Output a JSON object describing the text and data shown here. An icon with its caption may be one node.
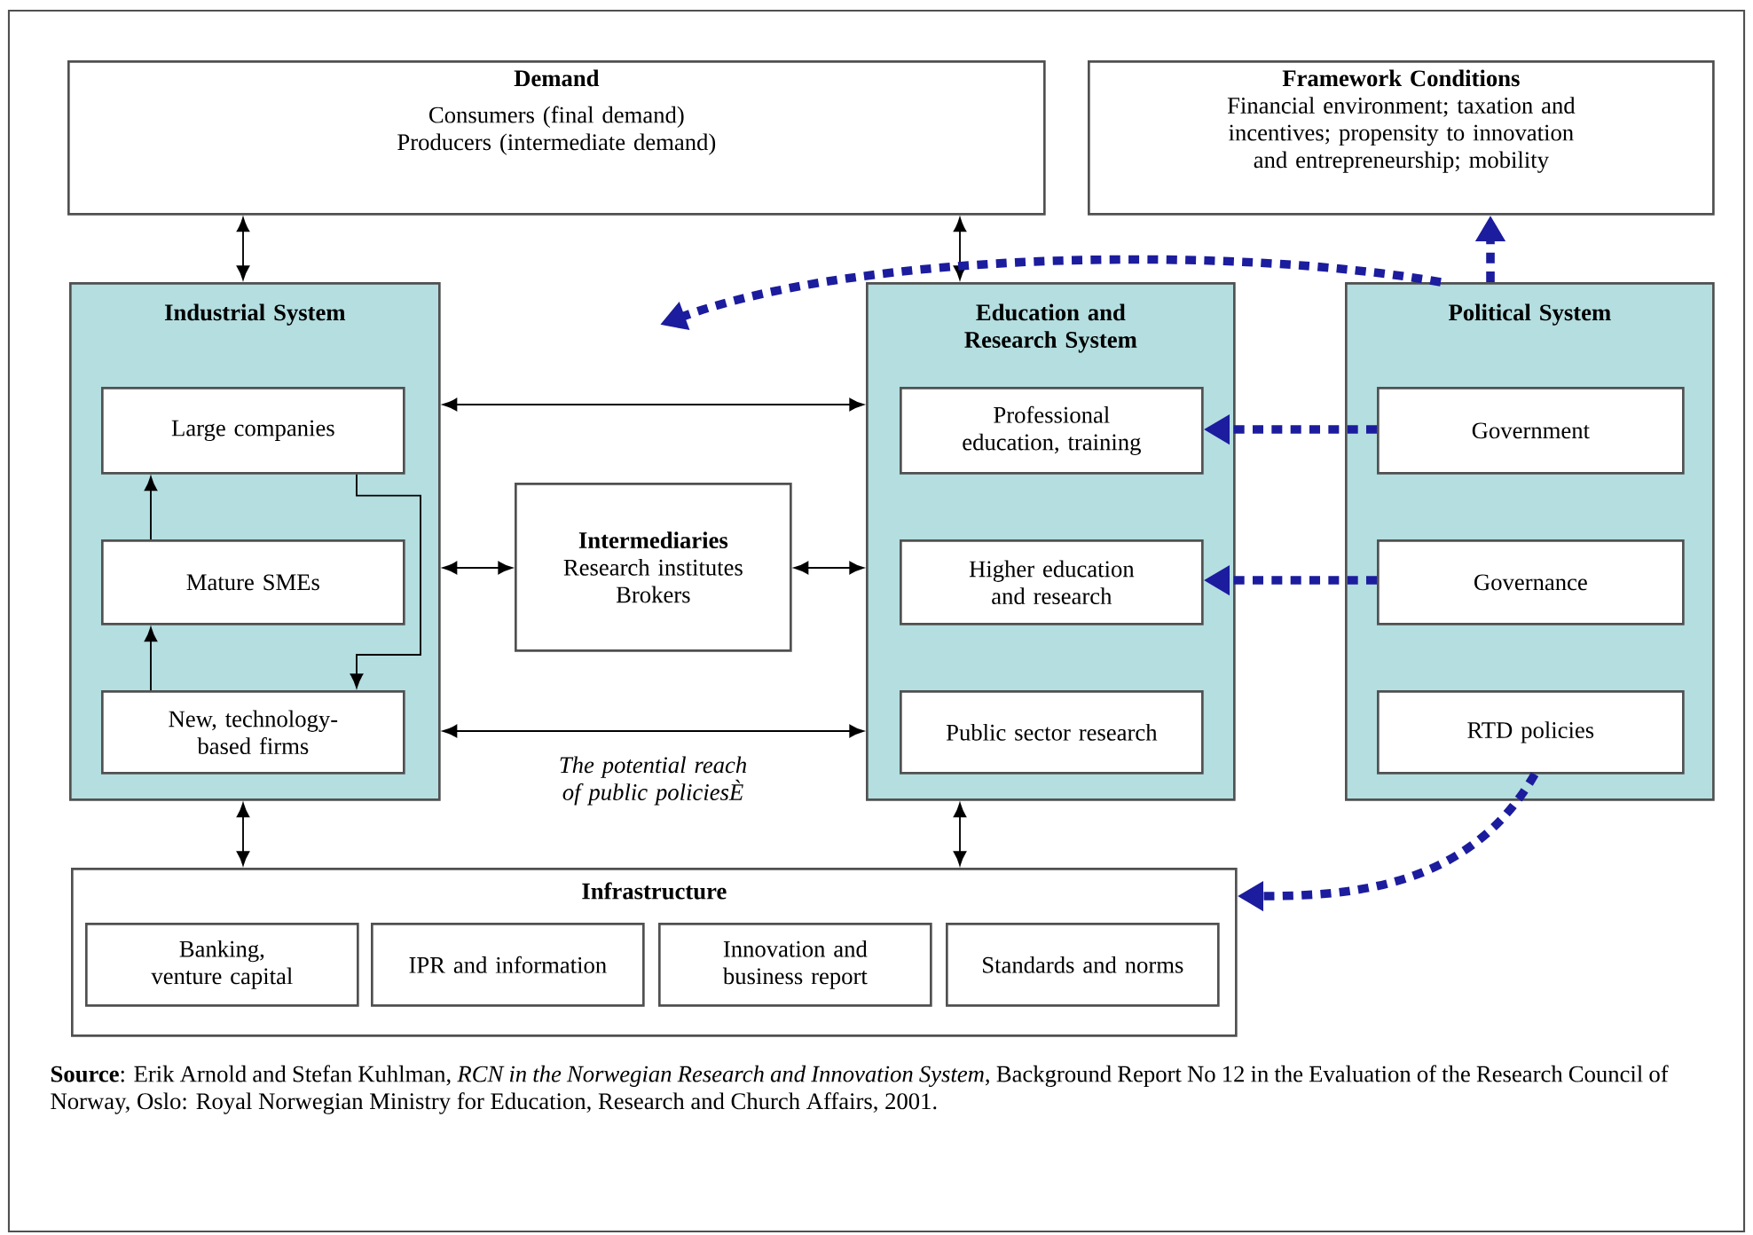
{
  "diagram": {
    "caption": "**Source**: Erik Arnold and Stefan Kuhlman, *RCN in the Norwegian Research and Innovation System*, Background Report No 12 in the Evaluation of the Research Council of Norway, Oslo: Royal Norwegian Ministry for Education, Research and Church Affairs, 2001.",
    "nodes": [
      {
        "text": [
          "Demand",
          "Consumers (final demand)",
          "Producers (intermediate demand)"
        ]
      },
      {
        "text": [
          "Framework Conditions",
          "Financial environment; taxation and incentives; propensity to innovation and entrepreneurship; mobility"
        ]
      },
      {
        "text": [
          "Industrial System"
        ]
      },
      {
        "text": [
          "Large companies"
        ],
        "in": 2
      },
      {
        "text": [
          "Mature SMEs"
        ],
        "in": 2
      },
      {
        "text": [
          "New, technology-based firms"
        ],
        "in": 2
      },
      {
        "text": [
          "Intermediaries",
          "Research institutes",
          "Brokers"
        ]
      },
      {
        "text": [
          "Education and Research System"
        ]
      },
      {
        "text": [
          "Professional education, training"
        ],
        "in": 7
      },
      {
        "text": [
          "Higher education and research"
        ],
        "in": 7
      },
      {
        "text": [
          "Public sector research"
        ],
        "in": 7
      },
      {
        "text": [
          "Political System"
        ]
      },
      {
        "text": [
          "Government"
        ],
        "in": 11
      },
      {
        "text": [
          "Governance"
        ],
        "in": 11
      },
      {
        "text": [
          "RTD policies"
        ],
        "in": 11
      },
      {
        "text": [
          "Infrastructure"
        ]
      },
      {
        "text": [
          "Banking, venture capital"
        ],
        "in": 15
      },
      {
        "text": [
          "IPR and information"
        ],
        "in": 15
      },
      {
        "text": [
          "Innovation and business report"
        ],
        "in": 15
      },
      {
        "text": [
          "Standards and norms"
        ],
        "in": 15
      }
    ],
    "edges": [
      {
        "from": 0,
        "to": 2,
        "arrow": "both"
      },
      {
        "from": 0,
        "to": 7,
        "arrow": "both"
      },
      {
        "from": 2,
        "to": 7,
        "arrow": "both"
      },
      {
        "from": 2,
        "to": 6,
        "arrow": "both"
      },
      {
        "from": 6,
        "to": 7,
        "arrow": "both"
      },
      {
        "from": 2,
        "to": 7,
        "arrow": "both"
      },
      {
        "from": 4,
        "to": 3,
        "arrow": "to"
      },
      {
        "from": 5,
        "to": 4,
        "arrow": "to"
      },
      {
        "from": 3,
        "to": 5,
        "arrow": "to"
      },
      {
        "from": 2,
        "to": 15,
        "arrow": "both"
      },
      {
        "from": 7,
        "to": 15,
        "arrow": "both"
      },
      {
        "from": 11,
        "to": 1,
        "arrow": "to",
        "style": "dashed",
        "color": "#1c1c9e"
      },
      {
        "from": 11,
        "to": null,
        "arrow": "to",
        "style": "dashed",
        "color": "#1c1c9e"
      },
      {
        "from": 12,
        "to": 8,
        "arrow": "to",
        "style": "dashed",
        "color": "#1c1c9e"
      },
      {
        "from": 13,
        "to": 9,
        "arrow": "to",
        "style": "dashed",
        "color": "#1c1c9e"
      },
      {
        "from": 14,
        "to": 15,
        "arrow": "to",
        "style": "dashed",
        "color": "#1c1c9e"
      }
    ],
    "labels": [
      "The potential reach of public policiesÈ"
    ]
  }
}
